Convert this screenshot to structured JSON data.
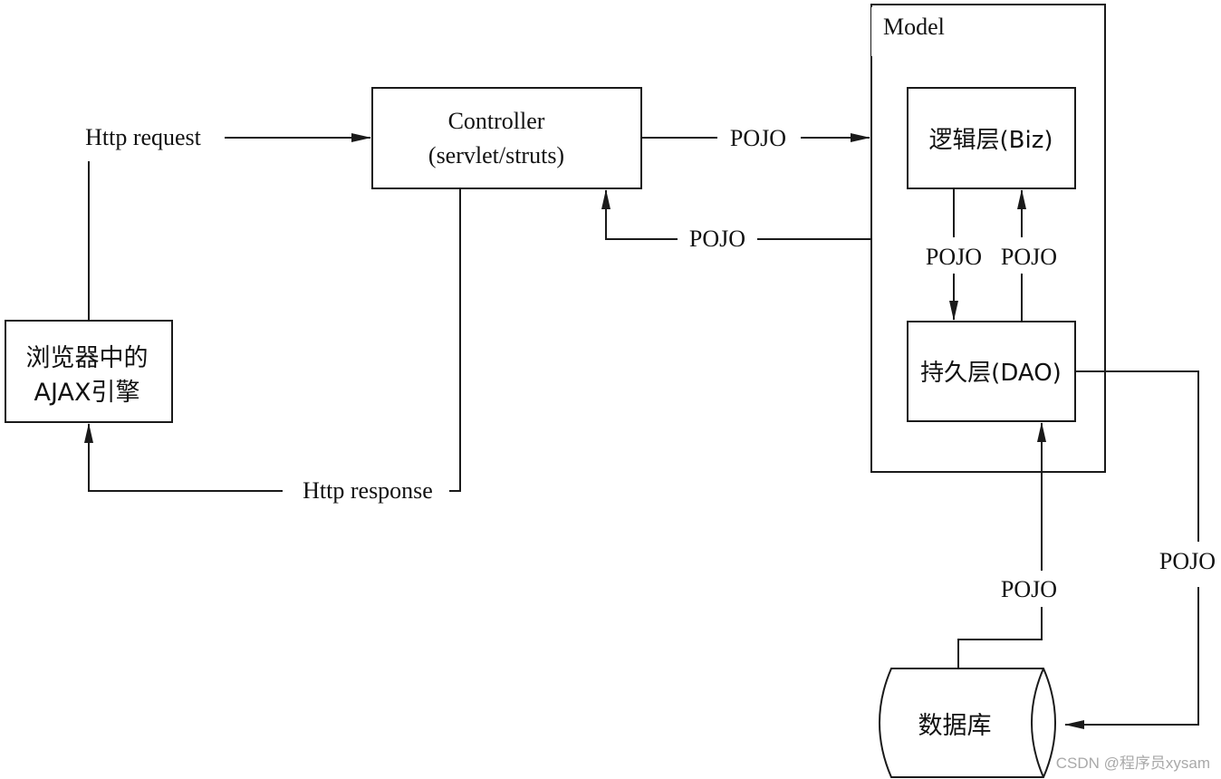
{
  "diagram": {
    "browser_box": {
      "line1": "浏览器中的",
      "line2": "AJAX引擎"
    },
    "controller_box": {
      "line1": "Controller",
      "line2": "(servlet/struts)"
    },
    "model": {
      "label": "Model",
      "biz_layer": "逻辑层(Biz)",
      "dao_layer": "持久层(DAO)"
    },
    "database": "数据库",
    "edges": {
      "http_request": "Http request",
      "http_response": "Http response",
      "controller_to_model": "POJO",
      "model_to_controller": "POJO",
      "biz_to_dao": "POJO",
      "dao_to_biz": "POJO",
      "db_to_dao": "POJO",
      "dao_to_db": "POJO"
    }
  },
  "watermark": "CSDN @程序员xysam"
}
